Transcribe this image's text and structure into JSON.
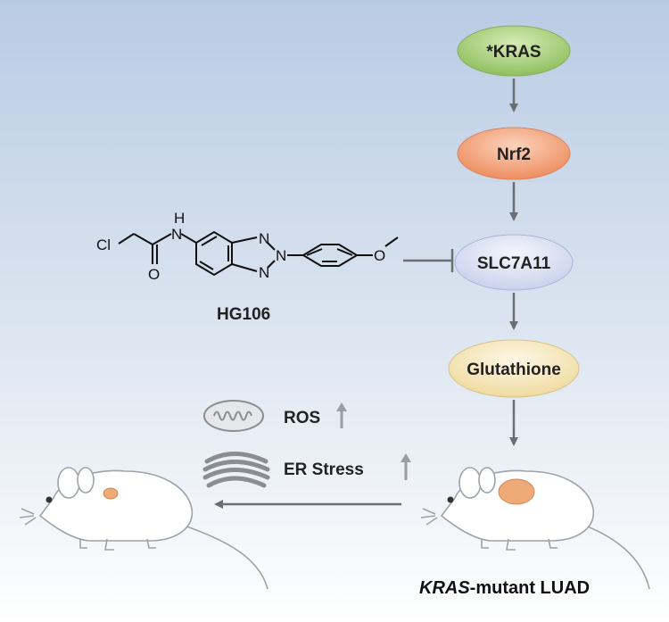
{
  "pathway": {
    "kras": "*KRAS",
    "nrf2": "Nrf2",
    "slc7a11": "SLC7A11",
    "glutathione": "Glutathione"
  },
  "compound": {
    "name": "HG106",
    "atoms": {
      "cl": "Cl",
      "nh_n": "N",
      "nh_h": "H",
      "o_carbonyl": "O",
      "n1": "N",
      "n2": "N",
      "n3": "N",
      "o_ether": "O"
    }
  },
  "effects": {
    "ros": "ROS",
    "er_stress": "ER Stress"
  },
  "caption": {
    "italic": "KRAS",
    "rest": "-mutant LUAD"
  },
  "colors": {
    "kras": "#a9cf7a",
    "nrf2": "#f2a07a",
    "slc7a11": "#d9dff2",
    "glutathione": "#f5e6b8",
    "arrow": "#6b6f74",
    "tumor": "#eeaa77"
  }
}
